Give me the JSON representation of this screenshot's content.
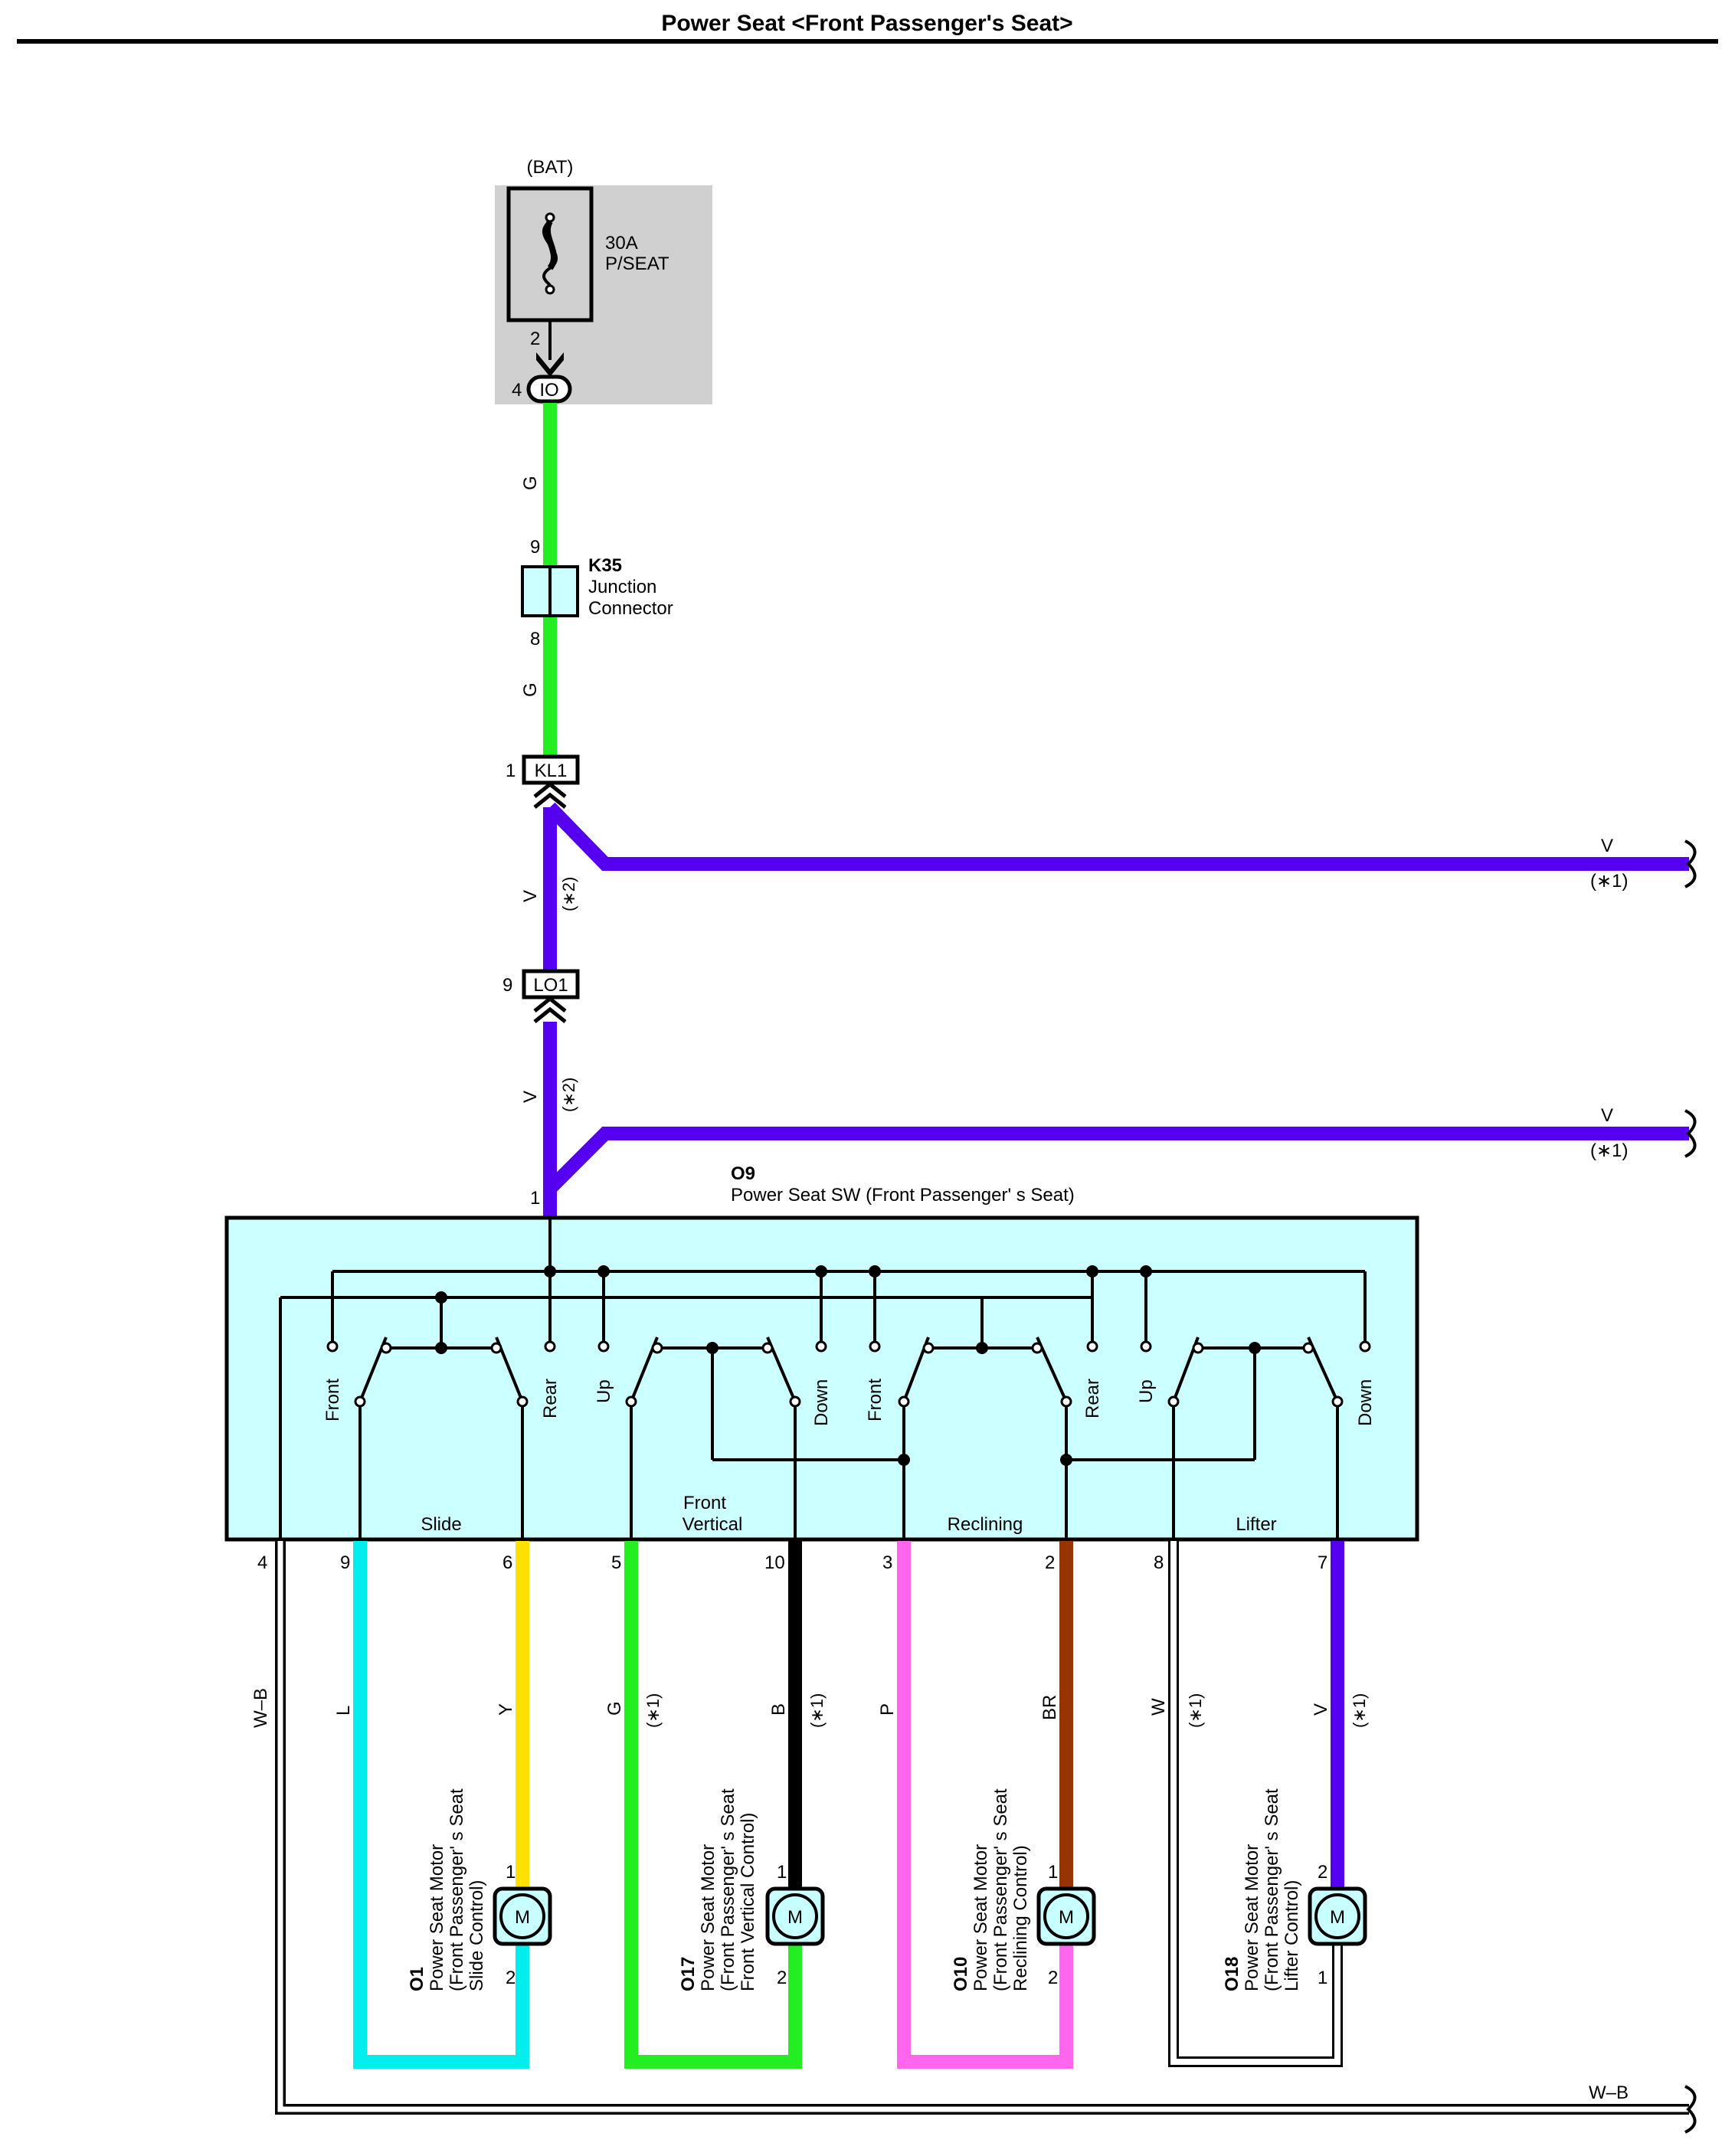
{
  "title": "Power Seat <Front Passenger's Seat>",
  "colors": {
    "G": "#22ee22",
    "V": "#5500ee",
    "L": "#00eeee",
    "Y": "#ffe000",
    "B": "#000000",
    "P": "#ff66ee",
    "BR": "#993300",
    "W": "#ffffff",
    "switch_bg": "#ccffff",
    "fuse_bg": "#d0d0d0",
    "motor_bg": "#c8ffff"
  },
  "fuse": {
    "source": "(BAT)",
    "rating": "30A",
    "name": "P/SEAT",
    "pin_top": "2",
    "pin_io": "4",
    "io_label": "IO"
  },
  "junction": {
    "id": "K35",
    "line1": "Junction",
    "line2": "Connector",
    "pin_in": "9",
    "pin_out": "8"
  },
  "connectors": {
    "kl1": {
      "pin": "1",
      "label": "KL1"
    },
    "lo1": {
      "pin": "9",
      "label": "LO1"
    }
  },
  "wire_labels": {
    "g": "G",
    "v": "V",
    "star1": "(∗1)",
    "star2": "(∗2)",
    "wb": "W–B"
  },
  "switch": {
    "id": "O9",
    "name": "Power Seat SW (Front Passenger'  s Seat)",
    "in_pin": "1",
    "contacts": [
      "Front",
      "Rear",
      "Up",
      "Down",
      "Front",
      "Rear",
      "Up",
      "Down"
    ],
    "groups": [
      "Slide",
      "Front",
      "Vertical",
      "Reclining",
      "Lifter"
    ],
    "pins": [
      "4",
      "9",
      "6",
      "5",
      "10",
      "3",
      "2",
      "8",
      "7"
    ],
    "wire_colors": [
      "W–B",
      "L",
      "Y",
      "G",
      "(∗1)",
      "B",
      "(∗1)",
      "P",
      "BR",
      "W",
      "(∗1)",
      "V",
      "(∗1)"
    ]
  },
  "motors": [
    {
      "id": "O1",
      "line1": "Power Seat Motor",
      "line2": "(Front Passenger'  s Seat",
      "line3": "Slide Control)",
      "pin_top": "1",
      "pin_bot": "2",
      "symbol": "M"
    },
    {
      "id": "O17",
      "line1": "Power Seat Motor",
      "line2": "(Front Passenger'  s Seat",
      "line3": "Front Vertical Control)",
      "pin_top": "1",
      "pin_bot": "2",
      "symbol": "M"
    },
    {
      "id": "O10",
      "line1": "Power Seat Motor",
      "line2": "(Front Passenger'  s Seat",
      "line3": "Reclining Control)",
      "pin_top": "1",
      "pin_bot": "2",
      "symbol": "M"
    },
    {
      "id": "O18",
      "line1": "Power Seat Motor",
      "line2": "(Front Passenger'  s Seat",
      "line3": "Lifter Control)",
      "pin_top": "2",
      "pin_bot": "1",
      "symbol": "M"
    }
  ]
}
